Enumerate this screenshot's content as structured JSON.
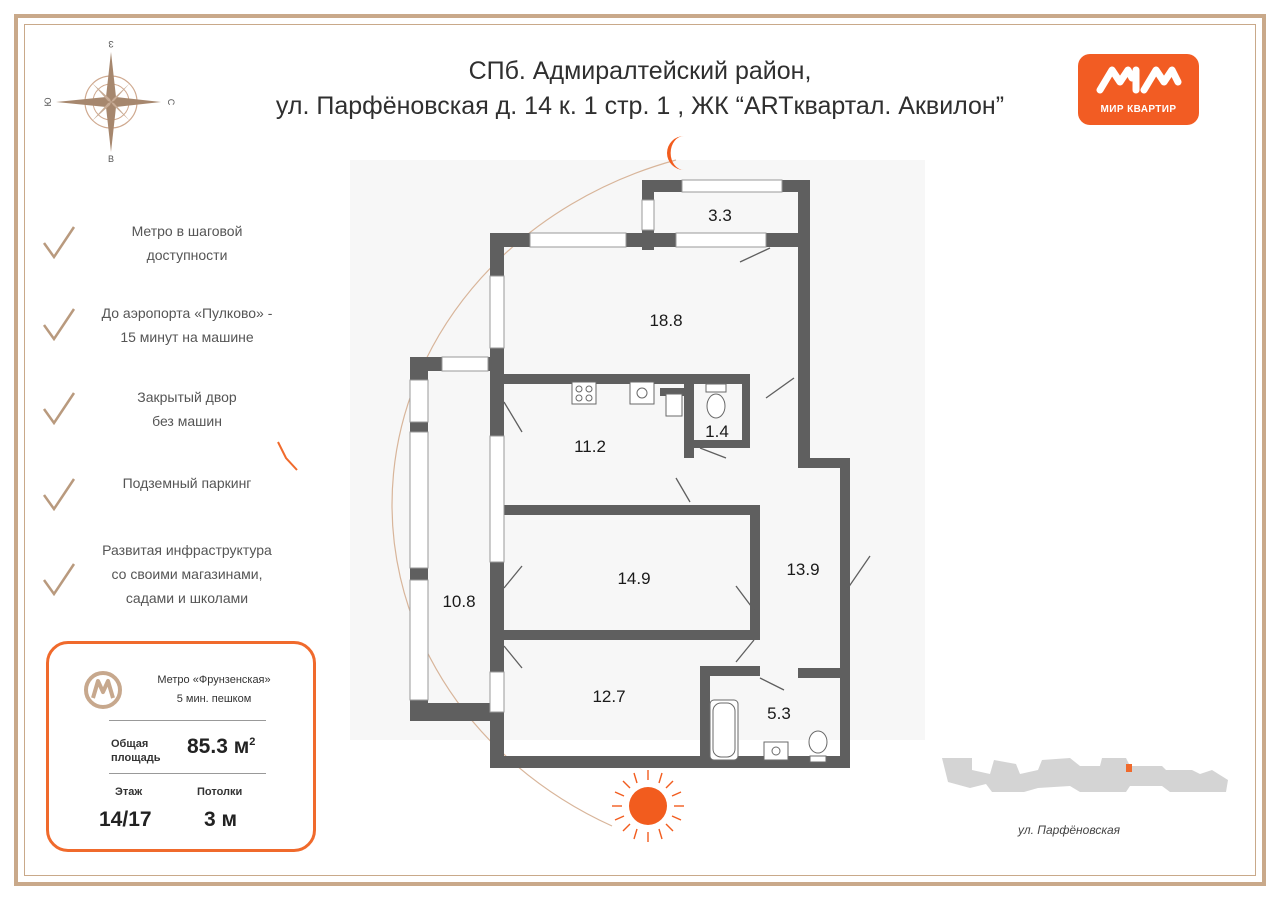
{
  "header": {
    "line1": "СПб. Адмиралтейский район,",
    "line2": "ул. Парфёновская д. 14 к. 1 стр. 1 , ЖК “ARTквартал. Аквилон”"
  },
  "logo": {
    "text": "МИР КВАРТИР",
    "color": "#f25c23"
  },
  "compass": {
    "north": "З",
    "south": "В",
    "west": "Ю",
    "east": "С"
  },
  "features": [
    {
      "text": "Метро в шаговой\nдоступности"
    },
    {
      "text": "До аэропорта «Пулково» -\n15 минут на машине"
    },
    {
      "text": "Закрытый двор\nбез машин"
    },
    {
      "text": "Подземный паркинг"
    },
    {
      "text": "Развитая инфраструктура\nсо своими магазинами,\nсадами и школами"
    }
  ],
  "info": {
    "metro_name": "Метро «Фрунзенская»",
    "metro_walk": "5 мин. пешком",
    "area_label": "Общая\nплощадь",
    "area_value": "85.3 м",
    "area_sup": "2",
    "floor_label": "Этаж",
    "floor_value": "14/17",
    "ceiling_label": "Потолки",
    "ceiling_value": "3 м"
  },
  "rooms": [
    "3.3",
    "18.8",
    "11.2",
    "1.4",
    "14.9",
    "13.9",
    "10.8",
    "12.7",
    "5.3"
  ],
  "street_label": "ул. Парфёновская",
  "colors": {
    "accent": "#f06a2c",
    "frame": "#c9a98a",
    "wall": "#5f5f5f",
    "sun": "#f25c1e"
  }
}
